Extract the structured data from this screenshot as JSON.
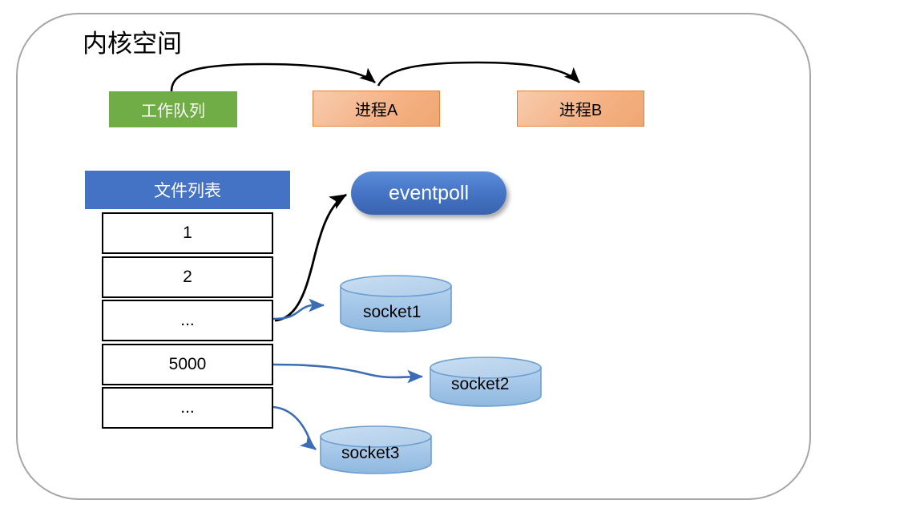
{
  "diagram": {
    "container": {
      "title": "内核空间"
    },
    "nodes": {
      "workqueue": {
        "label": "工作队列",
        "color": "#70ad47"
      },
      "process_a": {
        "label": "进程A",
        "color": "#f4b183"
      },
      "process_b": {
        "label": "进程B",
        "color": "#f4b183"
      },
      "file_list": {
        "header": "文件列表",
        "header_color": "#4472c4",
        "rows": [
          "1",
          "2",
          "...",
          "5000",
          "..."
        ]
      },
      "eventpoll": {
        "label": "eventpoll",
        "color": "#4472c4"
      },
      "sockets": [
        {
          "label": "socket1",
          "color": "#9dc3e6"
        },
        {
          "label": "socket2",
          "color": "#9dc3e6"
        },
        {
          "label": "socket3",
          "color": "#9dc3e6"
        }
      ]
    },
    "edges": [
      {
        "name": "workqueue-to-process-a",
        "from": "工作队列",
        "to": "进程A",
        "color": "#000000"
      },
      {
        "name": "process-a-to-process-b",
        "from": "进程A",
        "to": "进程B",
        "color": "#000000"
      },
      {
        "name": "file-list-to-eventpoll",
        "from": "...",
        "to": "eventpoll",
        "color": "#000000"
      },
      {
        "name": "file-list-to-socket1",
        "from": "...",
        "to": "socket1",
        "color": "#4472c4"
      },
      {
        "name": "file-list-to-socket2",
        "from": "5000",
        "to": "socket2",
        "color": "#4472c4"
      },
      {
        "name": "file-list-to-socket3",
        "from": "...",
        "to": "socket3",
        "color": "#4472c4"
      }
    ]
  }
}
